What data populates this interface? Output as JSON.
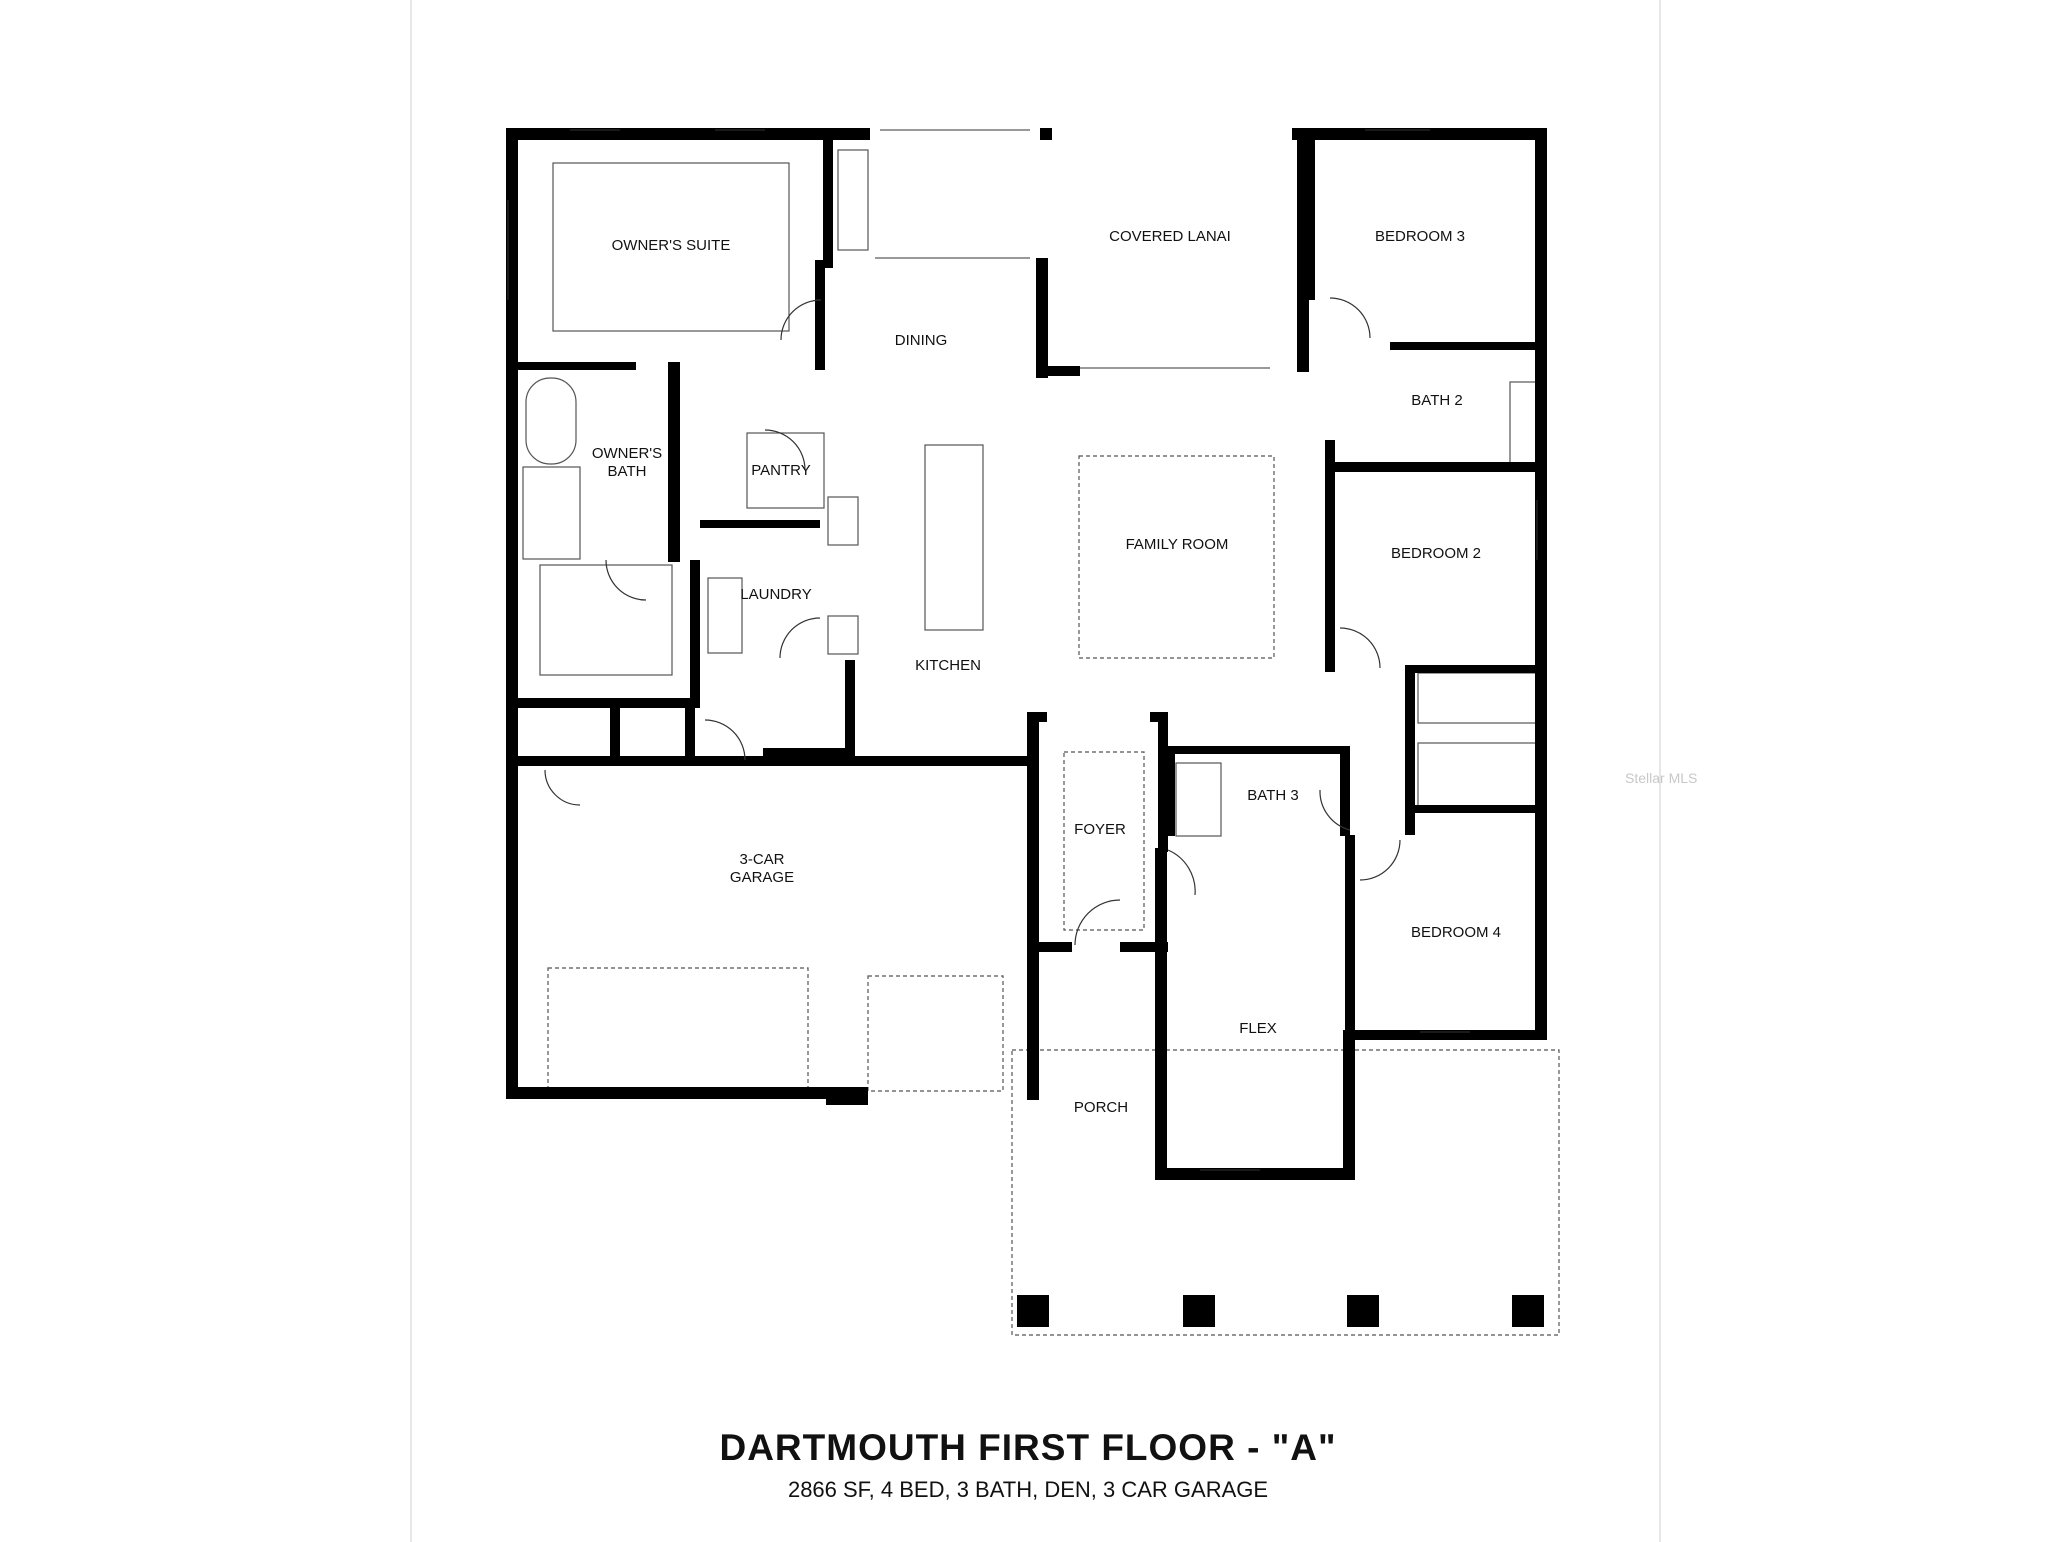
{
  "title": "DARTMOUTH FIRST FLOOR  - \"A\"",
  "subtitle": "2866 SF, 4 BED, 3 BATH, DEN, 3 CAR GARAGE",
  "watermark": "Stellar MLS",
  "rooms": {
    "owners_suite": "OWNER'S SUITE",
    "covered_lanai": "COVERED LANAI",
    "bedroom_3": "BEDROOM 3",
    "dining": "DINING",
    "bath_2": "BATH 2",
    "owners_bath_line1": "OWNER'S",
    "owners_bath_line2": "BATH",
    "pantry": "PANTRY",
    "family_room": "FAMILY ROOM",
    "bedroom_2": "BEDROOM 2",
    "laundry": "LAUNDRY",
    "kitchen": "KITCHEN",
    "bath_3": "BATH 3",
    "foyer": "FOYER",
    "garage_line1": "3-CAR",
    "garage_line2": "GARAGE",
    "bedroom_4": "BEDROOM 4",
    "flex": "FLEX",
    "porch": "PORCH"
  }
}
